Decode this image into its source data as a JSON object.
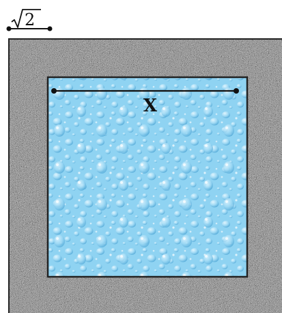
{
  "diagram": {
    "scale_marker": {
      "radicand": "2"
    },
    "inner_square": {
      "label": "X"
    }
  },
  "colors": {
    "border_fill": "#8a8a8a",
    "water_fill": "#8fd3f2",
    "outline": "#222222",
    "text": "#111111"
  },
  "icons": {
    "texture_border": "granite-texture",
    "texture_pool": "water-droplets-texture"
  }
}
